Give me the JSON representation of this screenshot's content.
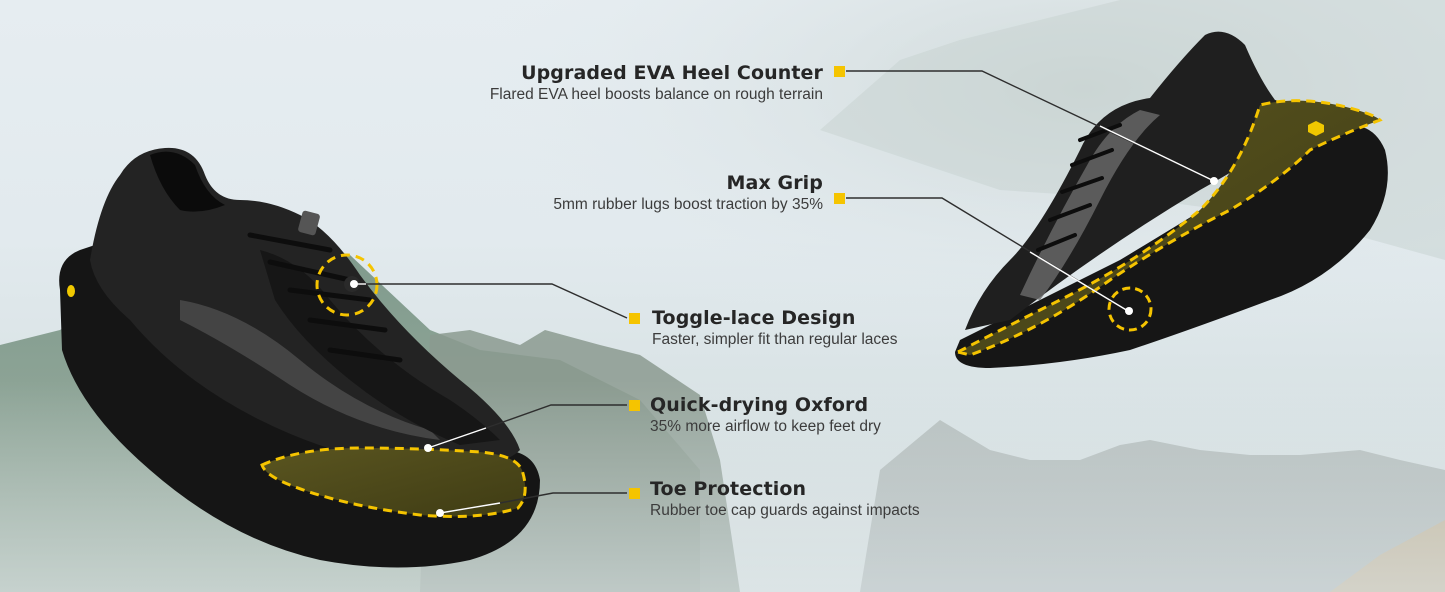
{
  "colors": {
    "accent_yellow": "#f5c400",
    "title_text": "#262626",
    "desc_text": "#3c3c3c",
    "shoe_black": "#1b1b1b",
    "toe_olive": "#4f4c1c",
    "background_sky": "#e4ebef"
  },
  "features": [
    {
      "id": "heel-counter",
      "title": "Upgraded EVA Heel Counter",
      "description": "Flared EVA heel boosts balance on rough terrain"
    },
    {
      "id": "max-grip",
      "title": "Max Grip",
      "description": "5mm rubber lugs boost traction by 35%"
    },
    {
      "id": "toggle-lace",
      "title": "Toggle-lace Design",
      "description": "Faster, simpler fit than regular laces"
    },
    {
      "id": "quick-drying",
      "title": "Quick-drying Oxford",
      "description": "35% more airflow to keep feet dry"
    },
    {
      "id": "toe-protection",
      "title": "Toe Protection",
      "description": "Rubber toe cap guards against impacts"
    }
  ],
  "icons": {
    "marker": "yellow-square-marker",
    "highlight": "dashed-yellow-outline",
    "pointer": "white-dot-pointer"
  }
}
